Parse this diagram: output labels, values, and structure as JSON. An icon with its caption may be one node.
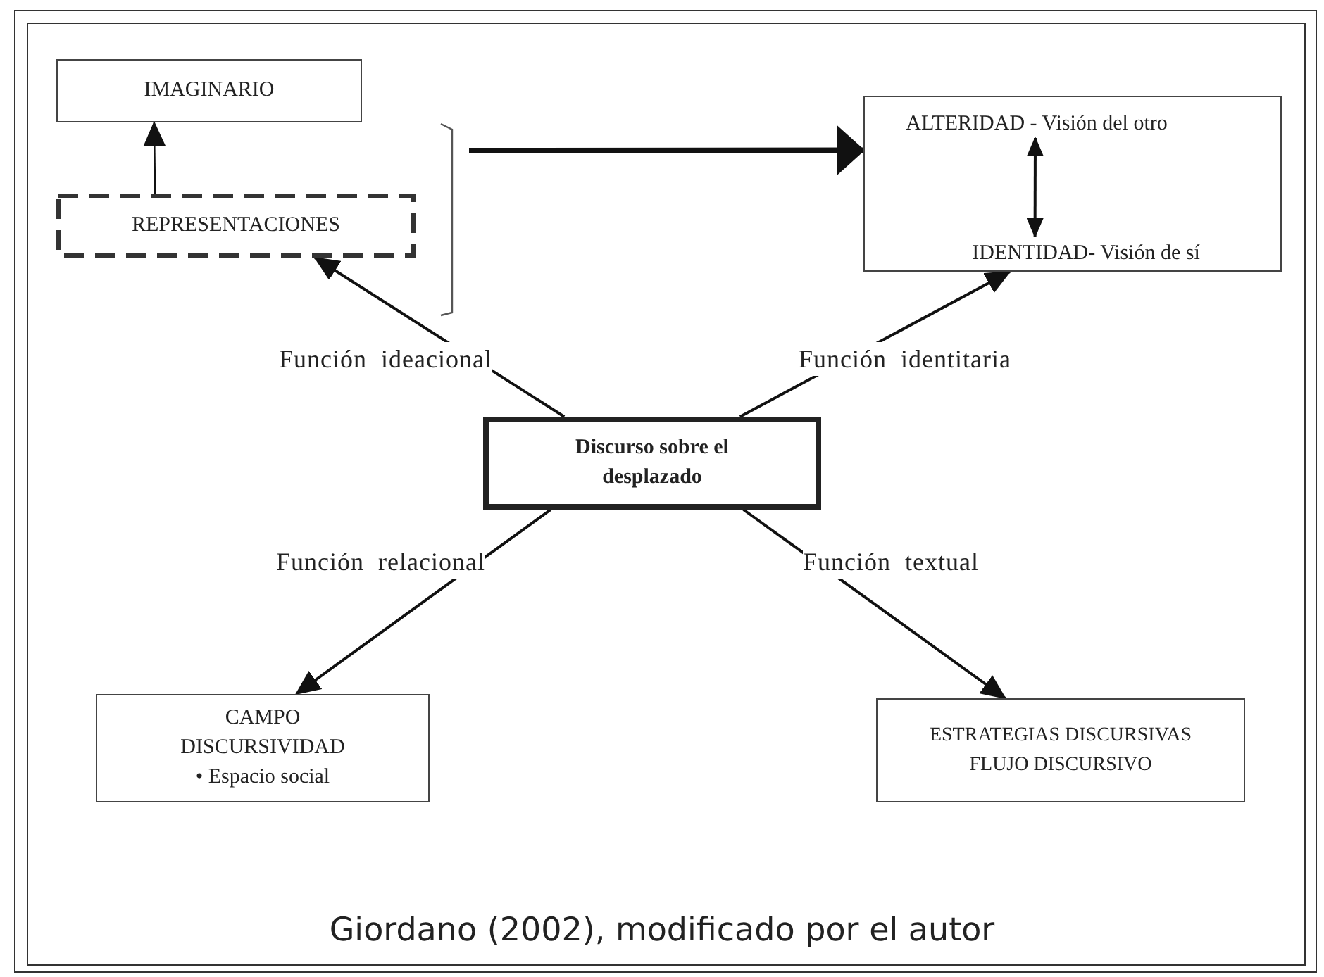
{
  "diagram": {
    "caption": "Giordano (2002), modificado por el autor",
    "nodes": [
      {
        "text": [
          "IMAGINARIO"
        ]
      },
      {
        "text": [
          "REPRESENTACIONES"
        ]
      },
      {
        "text": [],
        "shape": "box"
      },
      {
        "text": [
          "ALTERIDAD - Visión del otro"
        ],
        "in": 2
      },
      {
        "text": [
          "IDENTIDAD- Visión de sí"
        ],
        "in": 2
      },
      {
        "text": [
          "Discurso sobre el desplazado"
        ]
      },
      {
        "text": [
          "CAMPO DISCURSIVIDAD",
          "• Espacio social"
        ]
      },
      {
        "text": [
          "ESTRATEGIAS DISCURSIVAS FLUJO DISCURSIVO"
        ]
      }
    ],
    "edges": [
      {
        "from": 1,
        "to": 0,
        "arrow": "to"
      },
      {
        "from": null,
        "to": 2,
        "arrow": "to",
        "style": "thick"
      },
      {
        "from": 3,
        "to": 4,
        "arrow": "both"
      },
      {
        "from": 5,
        "to": 1,
        "arrow": "to",
        "label": "Función ideacional"
      },
      {
        "from": 5,
        "to": 2,
        "arrow": "to",
        "label": "Función identitaria"
      },
      {
        "from": 5,
        "to": 6,
        "arrow": "to",
        "label": "Función relacional"
      },
      {
        "from": 5,
        "to": 7,
        "arrow": "to",
        "label": "Función textual"
      }
    ]
  }
}
